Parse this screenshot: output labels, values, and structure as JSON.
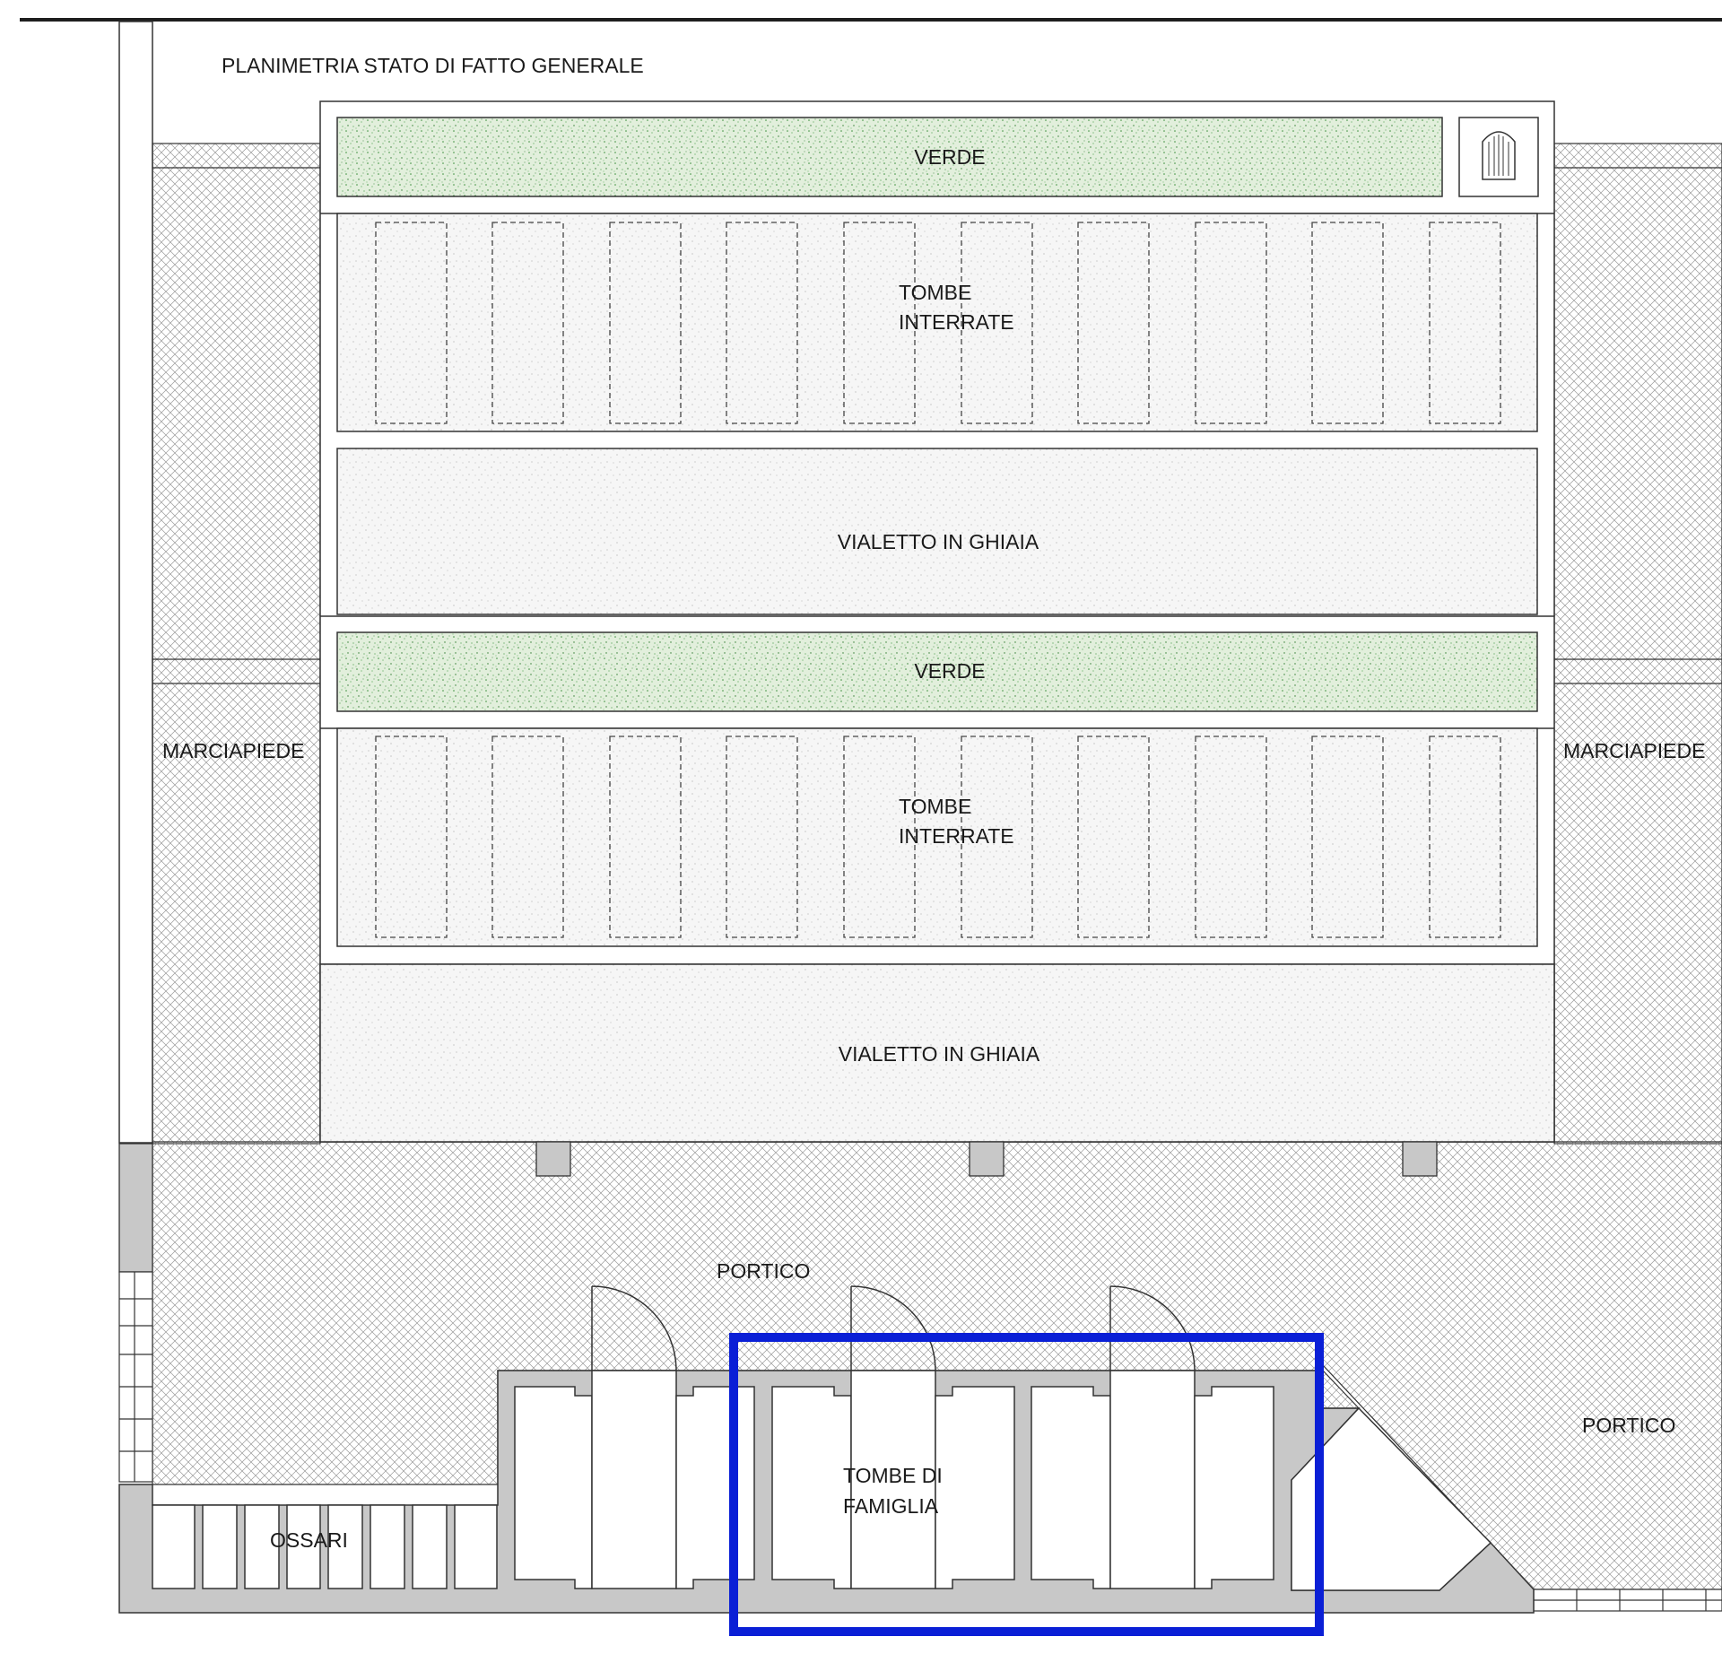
{
  "title": "PLANIMETRIA STATO DI FATTO GENERALE",
  "labels": {
    "verde_top": "VERDE",
    "tombe_top_1": "TOMBE",
    "tombe_top_2": "INTERRATE",
    "vialetto_top": "VIALETTO IN GHIAIA",
    "verde_mid": "VERDE",
    "tombe_bot_1": "TOMBE",
    "tombe_bot_2": "INTERRATE",
    "vialetto_bot": "VIALETTO IN GHIAIA",
    "marciapiede_left": "MARCIAPIEDE",
    "marciapiede_right": "MARCIAPIEDE",
    "portico_left": "PORTICO",
    "portico_right": "PORTICO",
    "famiglia_1": "TOMBE DI",
    "famiglia_2": "FAMIGLIA",
    "ossari": "OSSARI"
  },
  "colors": {
    "line": "#333333",
    "green_hatch": "#3c8f3c",
    "wall_fill": "#c8c8c8",
    "highlight": "#0a1fd6"
  }
}
